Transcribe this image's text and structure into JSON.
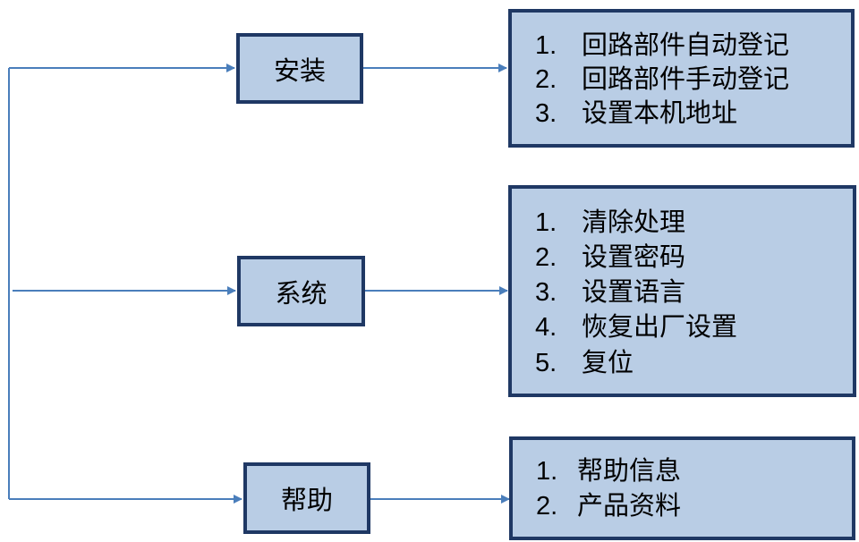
{
  "nodes": {
    "install": {
      "label": "安装"
    },
    "system": {
      "label": "系统"
    },
    "help": {
      "label": "帮助"
    }
  },
  "lists": {
    "install": [
      {
        "num": "1.",
        "text": "回路部件自动登记"
      },
      {
        "num": "2.",
        "text": "回路部件手动登记"
      },
      {
        "num": "3.",
        "text": "设置本机地址"
      }
    ],
    "system": [
      {
        "num": "1.",
        "text": "清除处理"
      },
      {
        "num": "2.",
        "text": "设置密码"
      },
      {
        "num": "3.",
        "text": "设置语言"
      },
      {
        "num": "4.",
        "text": "恢复出厂设置"
      },
      {
        "num": "5.",
        "text": "复位"
      }
    ],
    "help": [
      {
        "num": "1.",
        "text": "帮助信息"
      },
      {
        "num": "2.",
        "text": "产品资料"
      }
    ]
  },
  "colors": {
    "box_fill": "#b9cde5",
    "box_border": "#1f3864",
    "connector": "#4a7ebb"
  }
}
